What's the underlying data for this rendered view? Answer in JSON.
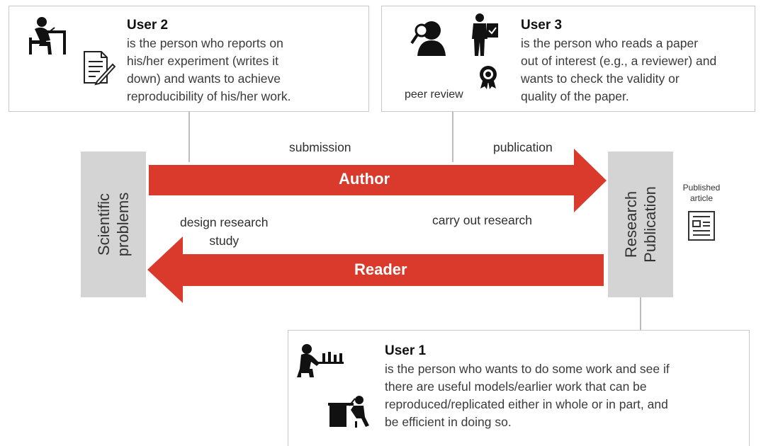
{
  "colors": {
    "arrow": "#d93a2b",
    "block": "#d4d4d4",
    "box_border": "#c9c9c9"
  },
  "user2": {
    "title": "User 2",
    "line1": "is the person who reports on",
    "line2": "his/her experiment (writes it",
    "line3": "down) and wants to achieve",
    "line4": "reproducibility of his/her work.",
    "icons": [
      "person-writing-icon",
      "document-pen-icon"
    ]
  },
  "user3": {
    "title": "User 3",
    "line1": "is the person who reads a paper",
    "line2": "out of interest (e.g., a reviewer) and",
    "line3": "wants to check the validity or",
    "line4": "quality of the paper.",
    "peer_review": "peer review",
    "icons": [
      "reviewer-magnifier-icon",
      "person-clipboard-icon",
      "award-badge-icon"
    ]
  },
  "user1": {
    "title": "User 1",
    "line1": "is the person who wants to do some work and see if",
    "line2": "there are useful models/earlier work that can be",
    "line3": "reproduced/replicated either in whole or in part, and",
    "line4": "be efficient in doing so.",
    "icons": [
      "lab-worker-icon",
      "desk-worker-icon"
    ]
  },
  "flow": {
    "submission": "submission",
    "publication": "publication",
    "author": "Author",
    "reader": "Reader",
    "design_line1": "design research",
    "design_line2": "study",
    "carry_out": "carry out research"
  },
  "blocks": {
    "left_line1": "Scientific",
    "left_line2": "problems",
    "right_line1": "Research",
    "right_line2": "Publication"
  },
  "published": {
    "line1": "Published",
    "line2": "article"
  }
}
